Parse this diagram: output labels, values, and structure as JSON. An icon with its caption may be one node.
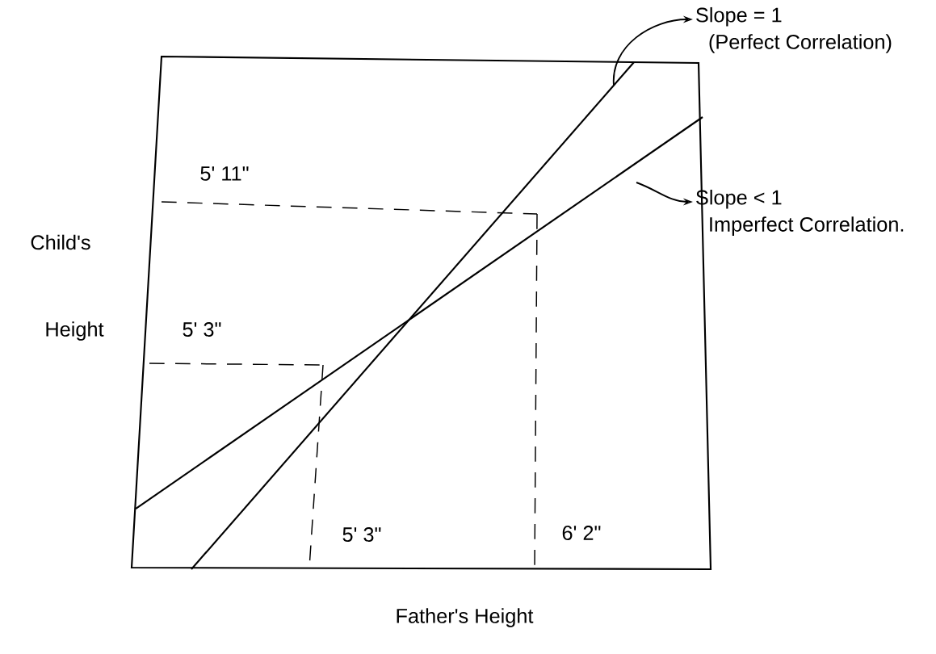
{
  "diagram": {
    "nodes": [
      {
        "text": [
          "Slope = 1",
          "(Perfect Correlation)"
        ]
      },
      {
        "text": [
          "Slope < 1",
          "Imperfect Correlation."
        ]
      }
    ],
    "edges": [
      {
        "from": null,
        "to": 0,
        "arrow": "to"
      },
      {
        "from": null,
        "to": 1,
        "arrow": "to"
      }
    ],
    "labels": [
      "5' 11\"",
      "Child's",
      "Height",
      "5' 3\"",
      "5' 3\"",
      "6' 2\"",
      "Father's Height"
    ]
  }
}
